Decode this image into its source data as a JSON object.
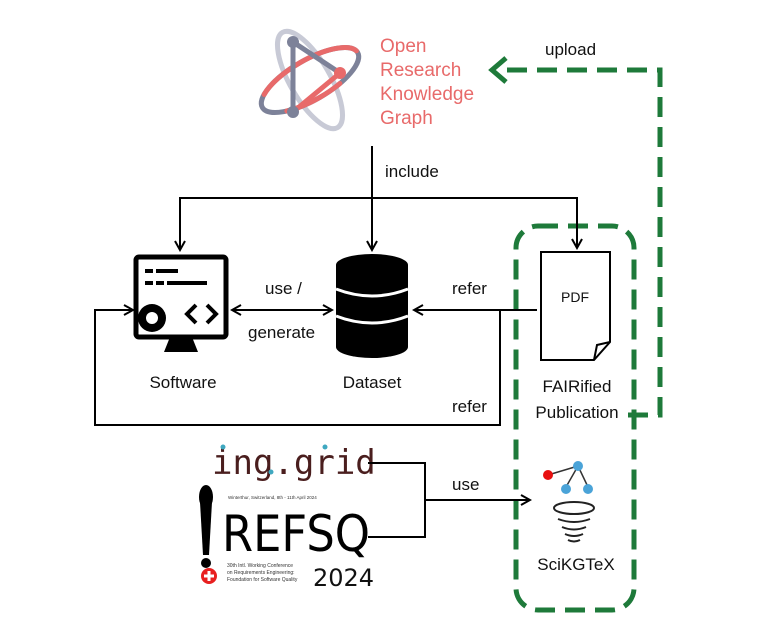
{
  "orkg": {
    "lines": [
      "Open",
      "Research",
      "Knowledge",
      "Graph"
    ]
  },
  "labels": {
    "upload": "upload",
    "include": "include",
    "use_generate_1": "use /",
    "use_generate_2": "generate",
    "refer_top": "refer",
    "refer_bottom": "refer",
    "use": "use",
    "software": "Software",
    "dataset": "Dataset",
    "pdf": "PDF",
    "fairified_1": "FAIRified",
    "fairified_2": "Publication",
    "scikgtex": "SciKGTeX"
  },
  "logos": {
    "inggrid": "ing.grid",
    "refsq": "REFSQ",
    "refsq_year": "2024",
    "refsq_place": "Winterthur, Switzerland, 8th - 11th April 2024",
    "refsq_sub": [
      "30th Intl. Working Conference",
      "on Requirements Engineering:",
      "Foundation for Software Quality"
    ]
  },
  "colors": {
    "orkg_red": "#e86a6a",
    "orkg_gray": "#7d8299",
    "green": "#1e7a3a"
  }
}
